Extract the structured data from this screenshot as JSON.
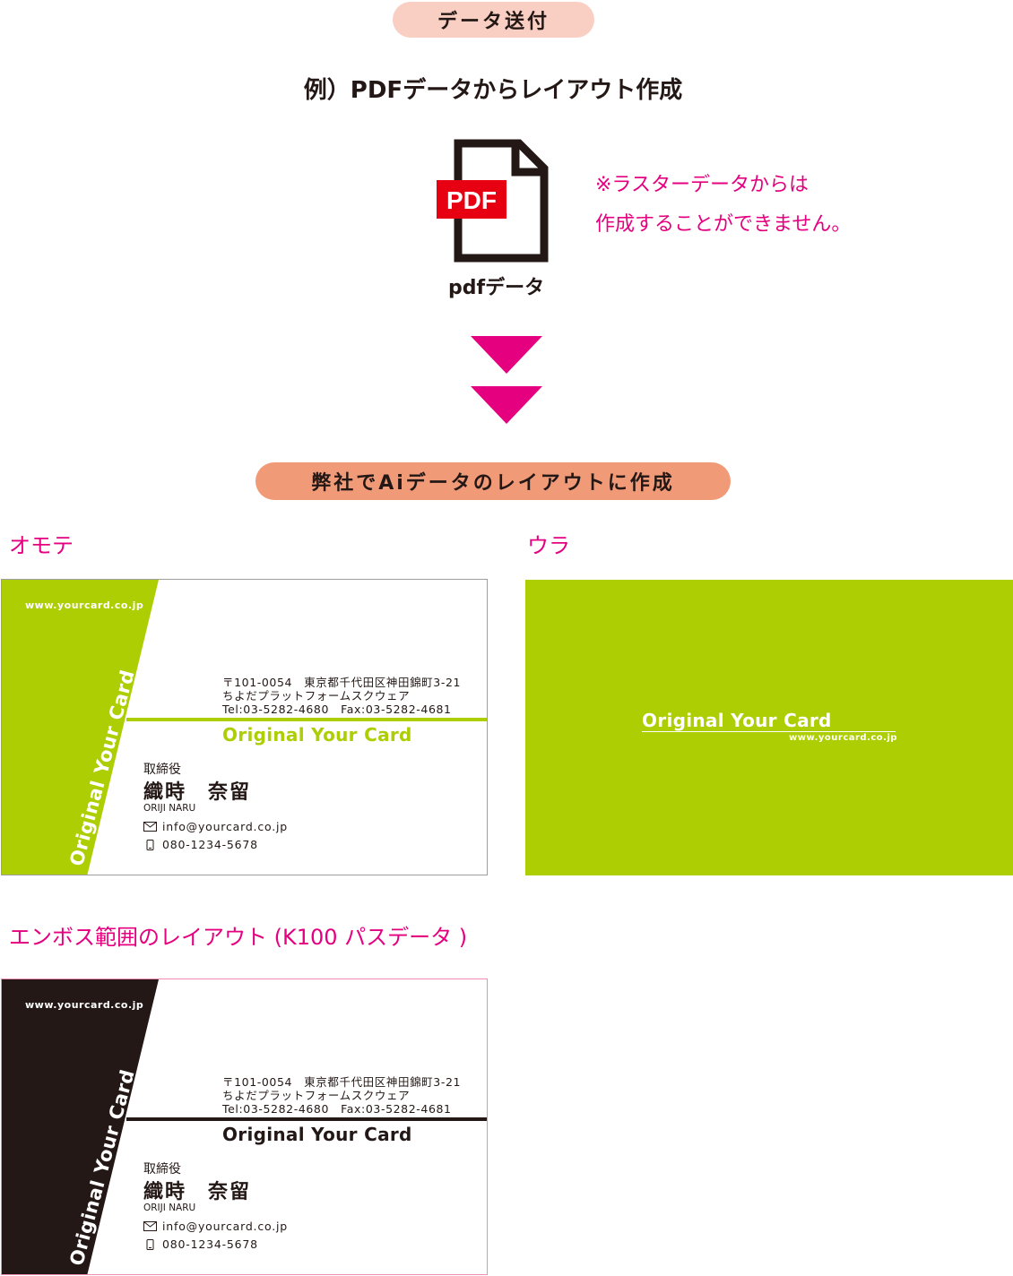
{
  "header": {
    "pill_label": "データ送付",
    "example_title": "例）PDFデータからレイアウト作成"
  },
  "pdf_icon": {
    "badge_text": "PDF",
    "caption": "pdfデータ",
    "badge_color": "#e60012"
  },
  "note": {
    "line1": "※ラスターデータからは",
    "line2": "作成することができません。"
  },
  "arrows": {
    "icon": "triangle-down-icon",
    "color": "#e4007f"
  },
  "result": {
    "pill_label": "弊社でAiデータのレイアウトに作成"
  },
  "labels": {
    "front": "オモテ",
    "back": "ウラ",
    "emboss": "エンボス範囲のレイアウト (K100 パスデータ )"
  },
  "colors": {
    "accent_green": "#acce03",
    "emboss_black": "#231815",
    "label_magenta": "#e4007f"
  },
  "card": {
    "url": "www.yourcard.co.jp",
    "vertical_text": "Original Your Card",
    "address_line1": "〒101-0054　東京都千代田区神田錦町3-21",
    "address_line2": "ちよだプラットフォームスクウェア",
    "address_line3": "Tel:03-5282-4680　Fax:03-5282-4681",
    "company": "Original Your Card",
    "role": "取締役",
    "name": "織時　奈留",
    "name_roman": "ORIJI NARU",
    "email": "info@yourcard.co.jp",
    "phone": "080-1234-5678"
  },
  "back_card": {
    "company": "Original Your Card",
    "url": "www.yourcard.co.jp"
  }
}
